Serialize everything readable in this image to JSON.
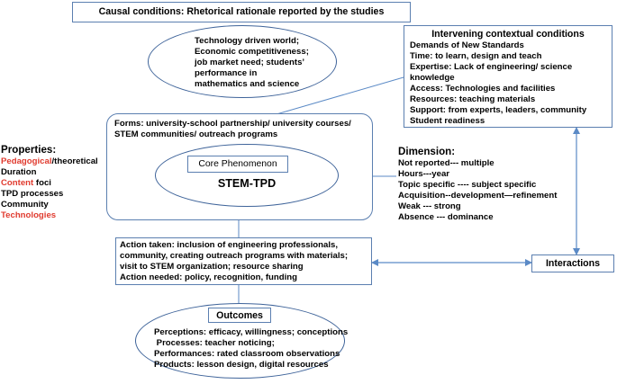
{
  "title": "Causal conditions: Rhetorical rationale reported by the studies",
  "causal": {
    "lines": [
      "Technology driven world;",
      "Economic competitiveness;",
      "job market need; students’",
      "performance in",
      "mathematics and science"
    ]
  },
  "intervening": {
    "title": "Intervening contextual conditions",
    "lines": [
      "Demands of New Standards",
      "Time: to learn, design and teach",
      "Expertise: Lack of engineering/ science",
      "knowledge",
      "Access: Technologies and facilities",
      "Resources: teaching materials",
      "Support: from experts, leaders, community",
      "Student readiness"
    ]
  },
  "forms": {
    "lines": [
      "Forms: university-school partnership/ university courses/",
      "STEM communities/ outreach programs"
    ]
  },
  "core": {
    "label": "Core Phenomenon",
    "name": "STEM-TPD"
  },
  "properties": {
    "title": "Properties:",
    "items": [
      {
        "highlight": "Pedagogical",
        "rest": "/theoretical"
      },
      {
        "highlight": "",
        "rest": "Duration"
      },
      {
        "highlight": "Content",
        "rest": " foci"
      },
      {
        "highlight": "",
        "rest": "TPD processes"
      },
      {
        "highlight": "",
        "rest": "Community"
      },
      {
        "highlight": "Technologies",
        "rest": ""
      }
    ]
  },
  "dimension": {
    "title": "Dimension:",
    "lines": [
      "Not reported--- multiple",
      "Hours---year",
      "Topic specific ---- subject specific",
      "Acquisition--development—refinement",
      "Weak --- strong",
      "Absence --- dominance"
    ]
  },
  "action": {
    "lines": [
      "Action taken: inclusion of engineering professionals,",
      "community, creating outreach programs with materials;",
      "visit to STEM organization; resource sharing",
      "Action needed: policy, recognition, funding"
    ]
  },
  "interactions": "Interactions",
  "outcomes": {
    "label": "Outcomes",
    "lines": [
      "Perceptions: efficacy, willingness; conceptions",
      " Processes: teacher noticing;",
      "Performances: rated classroom observations",
      "Products: lesson design, digital resources"
    ]
  },
  "colors": {
    "box_border": "#5b7fb0",
    "ellipse_border": "#3f649a",
    "arrow": "#5b8ac6",
    "highlight": "#e03a2e"
  }
}
